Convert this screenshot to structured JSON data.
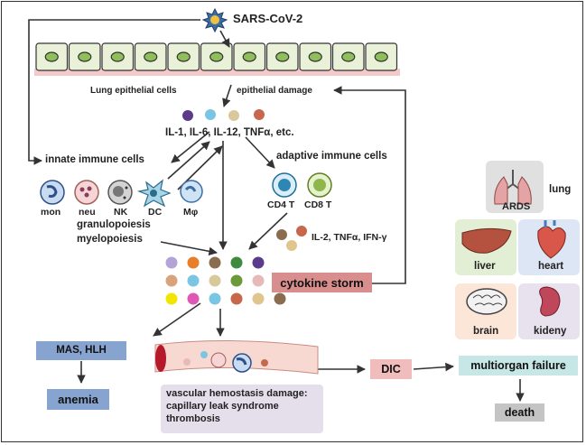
{
  "virus": {
    "label": "SARS-CoV-2"
  },
  "epithelium": {
    "left_label": "Lung epithelial cells",
    "right_label": "epithelial damage"
  },
  "cytokines_top": {
    "label": "IL-1,  IL-6, IL-12, TNFα, etc."
  },
  "innate": {
    "label": "innate immune cells",
    "cells": [
      "mon",
      "neu",
      "NK",
      "DC",
      "Mφ"
    ],
    "process": [
      "granulopoiesis",
      "myelopoiesis"
    ]
  },
  "adaptive": {
    "label": "adaptive immune cells",
    "cells": [
      "CD4 T",
      "CD8 T"
    ],
    "cytokines": "IL-2, TNFα, IFN-γ"
  },
  "storm": {
    "label": "cytokine storm"
  },
  "mas": {
    "label": "MAS, HLH"
  },
  "anemia": {
    "label": "anemia"
  },
  "vascular": {
    "lines": [
      "vascular hemostasis damage:",
      "capillary leak syndrome",
      "thrombosis"
    ]
  },
  "dic": {
    "label": "DIC"
  },
  "organs": {
    "ards": "ARDS",
    "lung": "lung",
    "liver": "liver",
    "heart": "heart",
    "brain": "brain",
    "kidney": "kideny"
  },
  "failure": {
    "label": "multiorgan failure"
  },
  "death": {
    "label": "death"
  },
  "colors": {
    "storm_box": "#d88e8c",
    "mas_box": "#86a4cf",
    "anemia_box": "#86a4cf",
    "vascular_box": "#e5dfec",
    "dic_box": "#f0bcbc",
    "failure_box": "#c7e6e6",
    "death_box": "#c4c4c4",
    "liver_panel": "#e3efd4",
    "heart_panel": "#dde6f4",
    "brain_panel": "#fbe6d8",
    "kidney_panel": "#e8e2ef",
    "lung_panel": "#e0e0e0"
  }
}
